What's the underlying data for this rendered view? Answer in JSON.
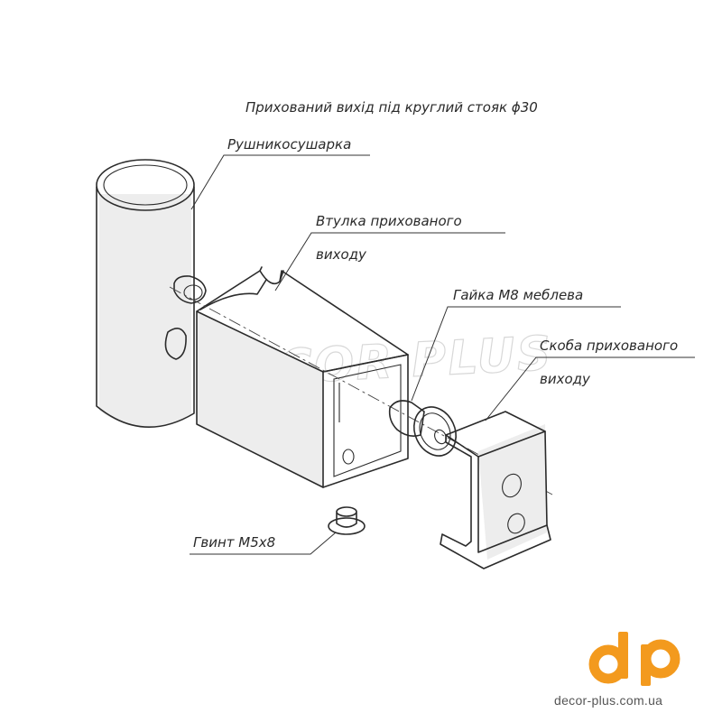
{
  "title": "Прихований вихід під круглий стояк ϕ30",
  "labels": {
    "towel_dryer": "Рушникосушарка",
    "sleeve_line1": "Втулка прихованого",
    "sleeve_line2": "виходу",
    "nut": "Гайка М8 меблева",
    "bracket_line1": "Скоба прихованого",
    "bracket_line2": "виходу",
    "screw": "Гвинт М5х8"
  },
  "watermark": "DECOR PLUS",
  "brand": {
    "logo_text": "dp",
    "website": "decor-plus.com.ua",
    "accent": "#f39a1e"
  }
}
